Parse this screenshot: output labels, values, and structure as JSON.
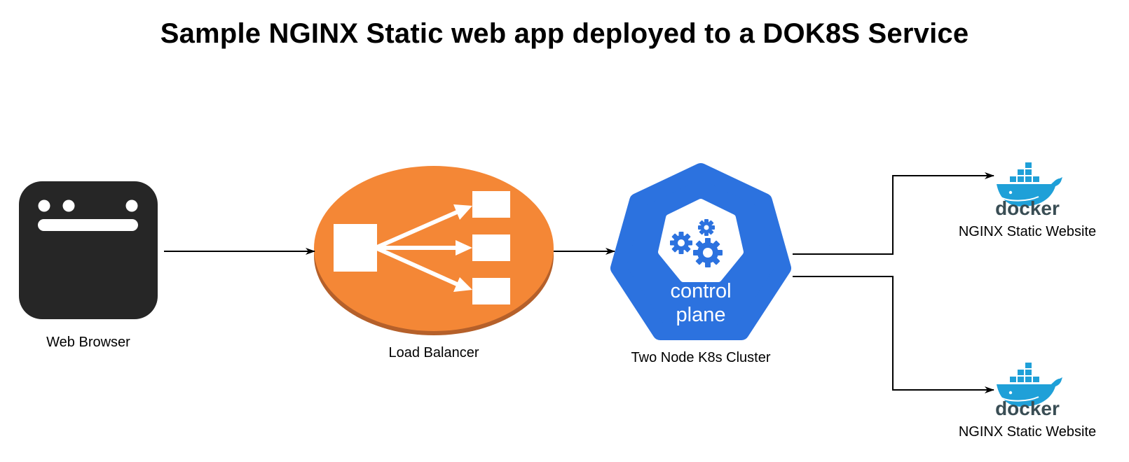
{
  "title": "Sample NGINX Static web app deployed to a DOK8S Service",
  "nodes": {
    "browser": {
      "label": "Web Browser",
      "color": "#262626"
    },
    "load_balancer": {
      "label": "Load Balancer",
      "color": "#F48736",
      "shadow_color": "#B5602A"
    },
    "cluster": {
      "label": "Two Node K8s Cluster",
      "badge_line1": "control",
      "badge_line2": "plane",
      "color": "#2C72DF"
    },
    "websites": [
      {
        "label": "NGINX Static Website",
        "logo_text": "docker",
        "icon": "docker-whale-icon"
      },
      {
        "label": "NGINX Static Website",
        "logo_text": "docker",
        "icon": "docker-whale-icon"
      }
    ]
  },
  "colors": {
    "docker_blue": "#1FA0D8",
    "docker_text": "#394D54",
    "edge": "#000000"
  }
}
